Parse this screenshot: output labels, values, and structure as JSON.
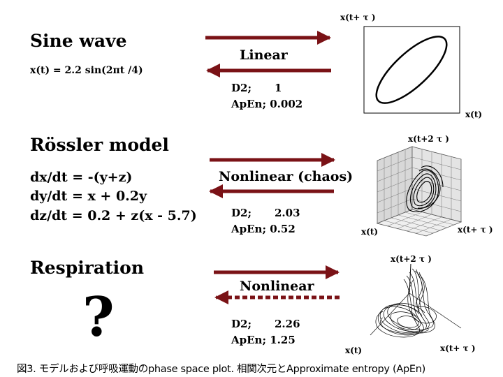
{
  "colors": {
    "arrow": "#7a1216",
    "text": "#000000",
    "plot": "#000000"
  },
  "rows": [
    {
      "title": "Sine wave",
      "equations": [
        "x(t) = 2.2 sin(2πt /4)"
      ],
      "kind": "Linear",
      "d2_label": "D2;",
      "d2_value": "1",
      "apen_label": "ApEn;",
      "apen_value": "0.002",
      "axis_y": "x(t+ τ )",
      "axis_x": "x(t)",
      "return_arrow": "solid"
    },
    {
      "title": "Rössler model",
      "equations": [
        "dx/dt = -(y+z)",
        "dy/dt = x + 0.2y",
        "dz/dt = 0.2 + z(x - 5.7)"
      ],
      "kind": "Nonlinear (chaos)",
      "d2_label": "D2;",
      "d2_value": "2.03",
      "apen_label": "ApEn;",
      "apen_value": "0.52",
      "axis_z": "x(t+2 τ )",
      "axis_x": "x(t)",
      "axis_y": "x(t+ τ )",
      "return_arrow": "solid"
    },
    {
      "title": "Respiration",
      "unknown": "?",
      "kind": "Nonlinear",
      "d2_label": "D2;",
      "d2_value": "2.26",
      "apen_label": "ApEn;",
      "apen_value": "1.25",
      "axis_z": "x(t+2 τ )",
      "axis_x": "x(t)",
      "axis_y": "x(t+ τ )",
      "return_arrow": "dashed"
    }
  ],
  "caption": "図3. モデルおよび呼吸運動のphase space plot. 相関次元とApproximate entropy (ApEn)"
}
